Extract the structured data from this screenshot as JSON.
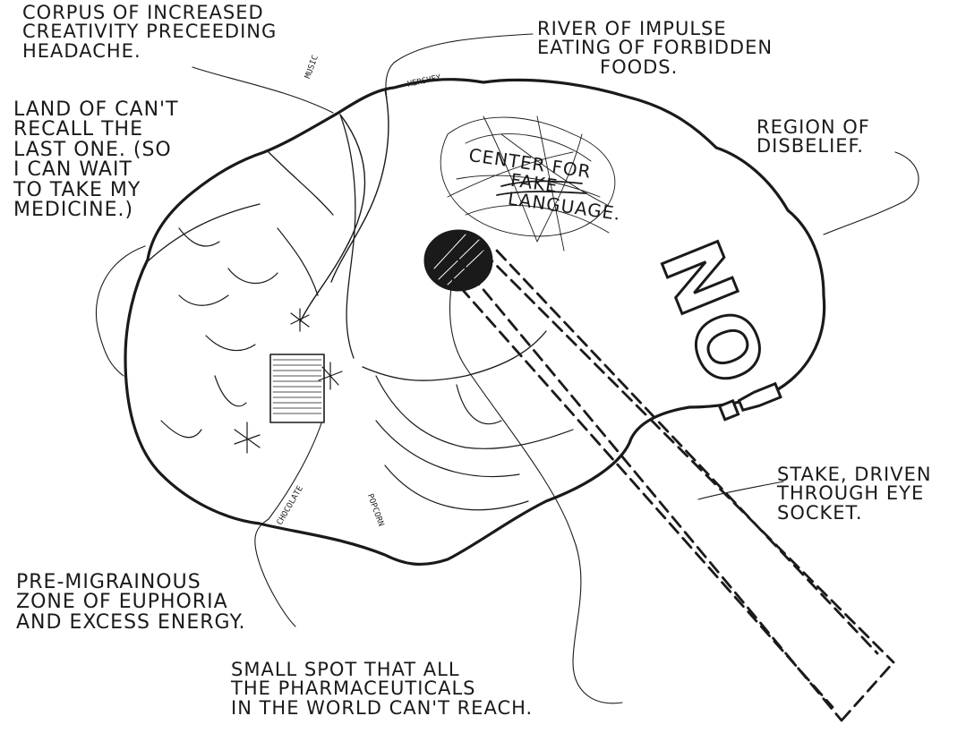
{
  "labels": {
    "corpus": [
      "CORPUS OF INCREASED",
      "CREATIVITY PRECEEDING",
      "HEADACHE."
    ],
    "river": [
      "RIVER OF IMPULSE",
      "EATING OF FORBIDDEN",
      "FOODS."
    ],
    "land": [
      "LAND OF CAN'T",
      "RECALL THE",
      "LAST ONE. (SO",
      "I CAN WAIT",
      "TO TAKE MY",
      "MEDICINE.)"
    ],
    "region": [
      "REGION OF",
      "DISBELIEF."
    ],
    "center": [
      "CENTER FOR",
      "FAKE",
      "LANGUAGE."
    ],
    "stake": [
      "STAKE, DRIVEN",
      "THROUGH EYE",
      "SOCKET."
    ],
    "premigrainous": [
      "PRE-MIGRAINOUS",
      "ZONE OF EUPHORIA",
      "AND EXCESS ENERGY."
    ],
    "small_spot": [
      "SMALL SPOT THAT ALL",
      "THE PHARMACEUTICALS",
      "IN THE WORLD CAN'T REACH."
    ]
  },
  "no_text": "NO!",
  "scribbles": {
    "hershey": "HERSHEY",
    "chocolate": "CHOCOLATE",
    "popcorn": "POPCORN",
    "musicbox": "MUSIC"
  }
}
